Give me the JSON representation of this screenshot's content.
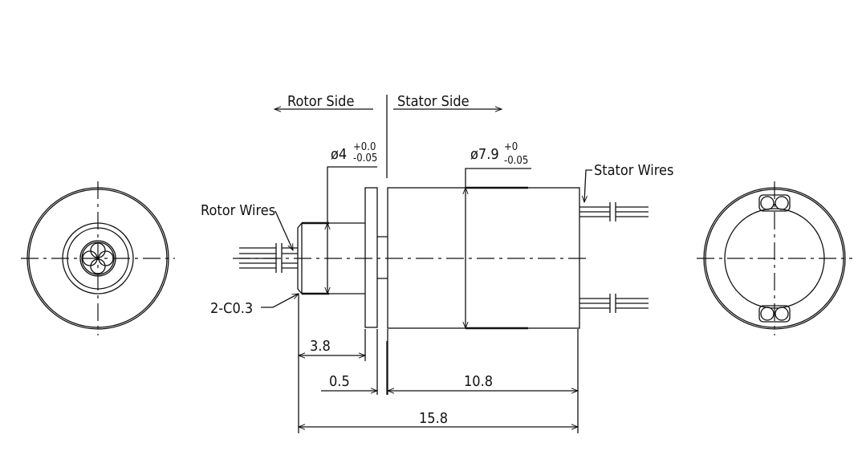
{
  "labels": {
    "rotor_side": "Rotor Side",
    "stator_side": "Stator Side",
    "rotor_wires": "Rotor Wires",
    "stator_wires": "Stator Wires",
    "chamfer": "2-C0.3"
  },
  "dimensions": {
    "shaft_diameter": {
      "nominal": "ø4",
      "upper_tol": "+0.0",
      "lower_tol": "-0.05"
    },
    "body_diameter": {
      "nominal": "ø7.9",
      "upper_tol": "+0",
      "lower_tol": "-0.05"
    },
    "shaft_length": "3.8",
    "flange_gap": "0.5",
    "body_length": "10.8",
    "total_length": "15.8"
  }
}
